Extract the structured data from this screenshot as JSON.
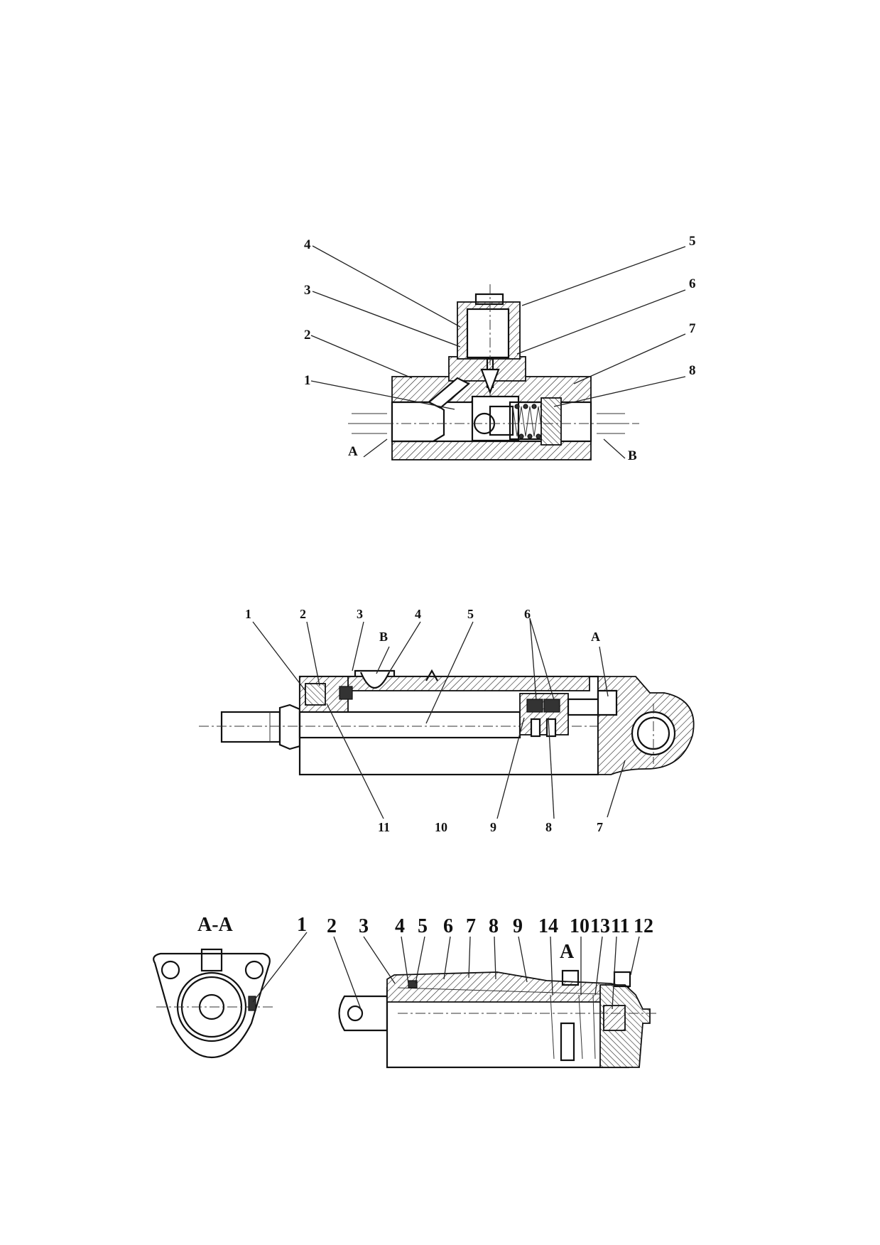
{
  "valve": {
    "labels": [
      "1",
      "2",
      "3",
      "4",
      "5",
      "6",
      "7",
      "8"
    ],
    "port_a": "A",
    "port_b": "B"
  },
  "cylinder": {
    "labels": [
      "1",
      "2",
      "3",
      "4",
      "5",
      "6",
      "7",
      "8",
      "9",
      "10",
      "11"
    ],
    "port_b": "B",
    "port_a": "A"
  },
  "ram": {
    "section_title": "A-A",
    "section_label": "1",
    "labels": [
      "1",
      "2",
      "3",
      "4",
      "5",
      "6",
      "7",
      "8",
      "9",
      "14",
      "10",
      "13",
      "11",
      "12"
    ],
    "view_marker": "A"
  }
}
